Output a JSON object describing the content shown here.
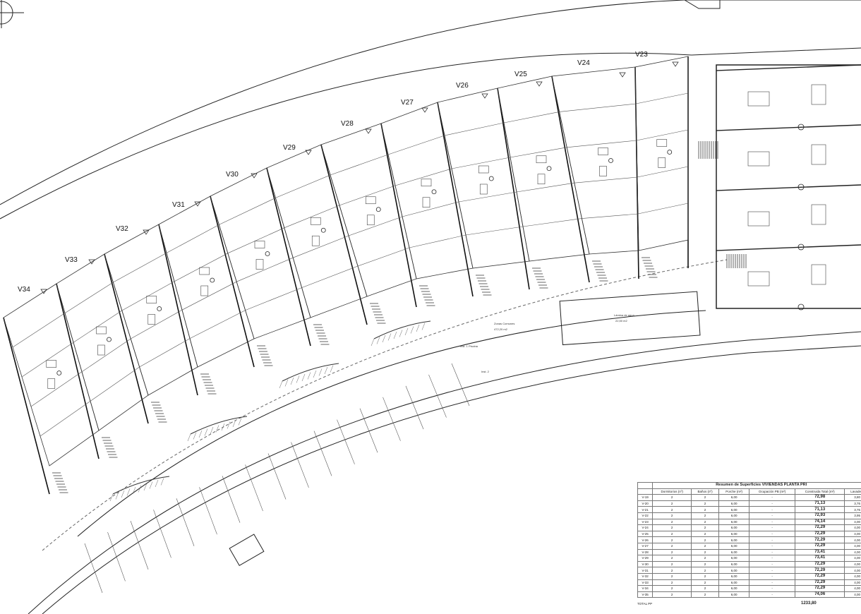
{
  "plan": {
    "unit_labels": [
      "V23",
      "V24",
      "V25",
      "V26",
      "V27",
      "V28",
      "V29",
      "V30",
      "V31",
      "V32",
      "V33",
      "V34"
    ],
    "common_area_label": "Zonas Comunes",
    "common_area_value": "472,20 m2",
    "pool_label": "Lámina de agua",
    "pool_value": "22,50 m2",
    "inst_labels": [
      "Inst. 1 Piscina",
      "Inst. 2"
    ]
  },
  "summary": {
    "title": "Resumen de Superficies VIVIENDAS PLANTA PRI",
    "columns": [
      "",
      "Dormitorios (nº)",
      "Baños (nº)",
      "Porche (m²)",
      "Ocupación PB (m²)",
      "Construida Total (m²)",
      "Lavadero"
    ],
    "rows": [
      [
        "V-19",
        "2",
        "2",
        "6,00",
        "-",
        "72,98",
        "3,80"
      ],
      [
        "V-20",
        "2",
        "2",
        "6,00",
        "-",
        "71,13",
        "3,76"
      ],
      [
        "V-21",
        "2",
        "2",
        "6,00",
        "-",
        "71,13",
        "3,76"
      ],
      [
        "V-22",
        "2",
        "2",
        "6,00",
        "-",
        "72,93",
        "3,95"
      ],
      [
        "V-23",
        "2",
        "2",
        "6,00",
        "-",
        "74,14",
        "4,00"
      ],
      [
        "V-24",
        "2",
        "2",
        "6,00",
        "-",
        "72,29",
        "4,00"
      ],
      [
        "V-25",
        "2",
        "2",
        "6,00",
        "-",
        "72,29",
        "4,00"
      ],
      [
        "V-26",
        "2",
        "2",
        "6,00",
        "-",
        "72,29",
        "4,00"
      ],
      [
        "V-27",
        "2",
        "2",
        "6,00",
        "-",
        "72,29",
        "4,00"
      ],
      [
        "V-28",
        "2",
        "2",
        "6,00",
        "-",
        "73,41",
        "4,00"
      ],
      [
        "V-29",
        "2",
        "2",
        "6,00",
        "-",
        "73,41",
        "4,00"
      ],
      [
        "V-30",
        "2",
        "2",
        "6,00",
        "-",
        "72,29",
        "4,00"
      ],
      [
        "V-31",
        "2",
        "2",
        "6,00",
        "-",
        "72,29",
        "4,00"
      ],
      [
        "V-32",
        "2",
        "2",
        "6,00",
        "-",
        "72,29",
        "4,00"
      ],
      [
        "V-33",
        "2",
        "2",
        "6,00",
        "-",
        "72,29",
        "4,00"
      ],
      [
        "V-34",
        "2",
        "2",
        "6,00",
        "-",
        "72,29",
        "4,00"
      ],
      [
        "V-35",
        "2",
        "2",
        "6,00",
        "-",
        "74,06",
        "4,00"
      ]
    ],
    "total_label": "TOTAL PP",
    "total_value": "1233,80"
  }
}
